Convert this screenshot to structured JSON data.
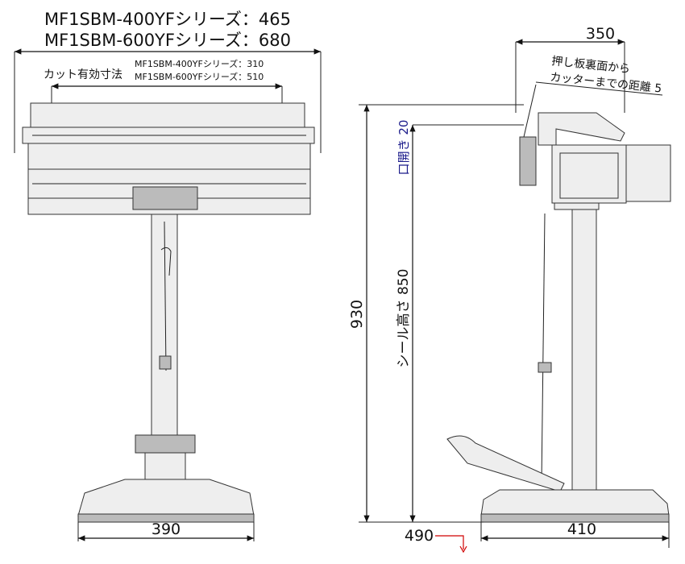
{
  "front_view": {
    "width_title_400": "MF1SBM-400YFシリーズ：465",
    "width_title_600": "MF1SBM-600YFシリーズ：680",
    "cut_label": "カット有効寸法",
    "cut_400": "MF1SBM-400YFシリーズ：310",
    "cut_600": "MF1SBM-600YFシリーズ：510",
    "base_width": "390"
  },
  "side_view": {
    "top_depth": "350",
    "press_note_line1": "押し板裏面から",
    "press_note_line2": "カッターまでの距離 5",
    "mouth_opening": "口開き 20",
    "seal_height": "シール高さ 850",
    "total_height": "930",
    "base_depth": "410",
    "pedal_offset": "490"
  },
  "colors": {
    "arrow": "#d00000",
    "mouth_label": "#1a1a8a"
  }
}
